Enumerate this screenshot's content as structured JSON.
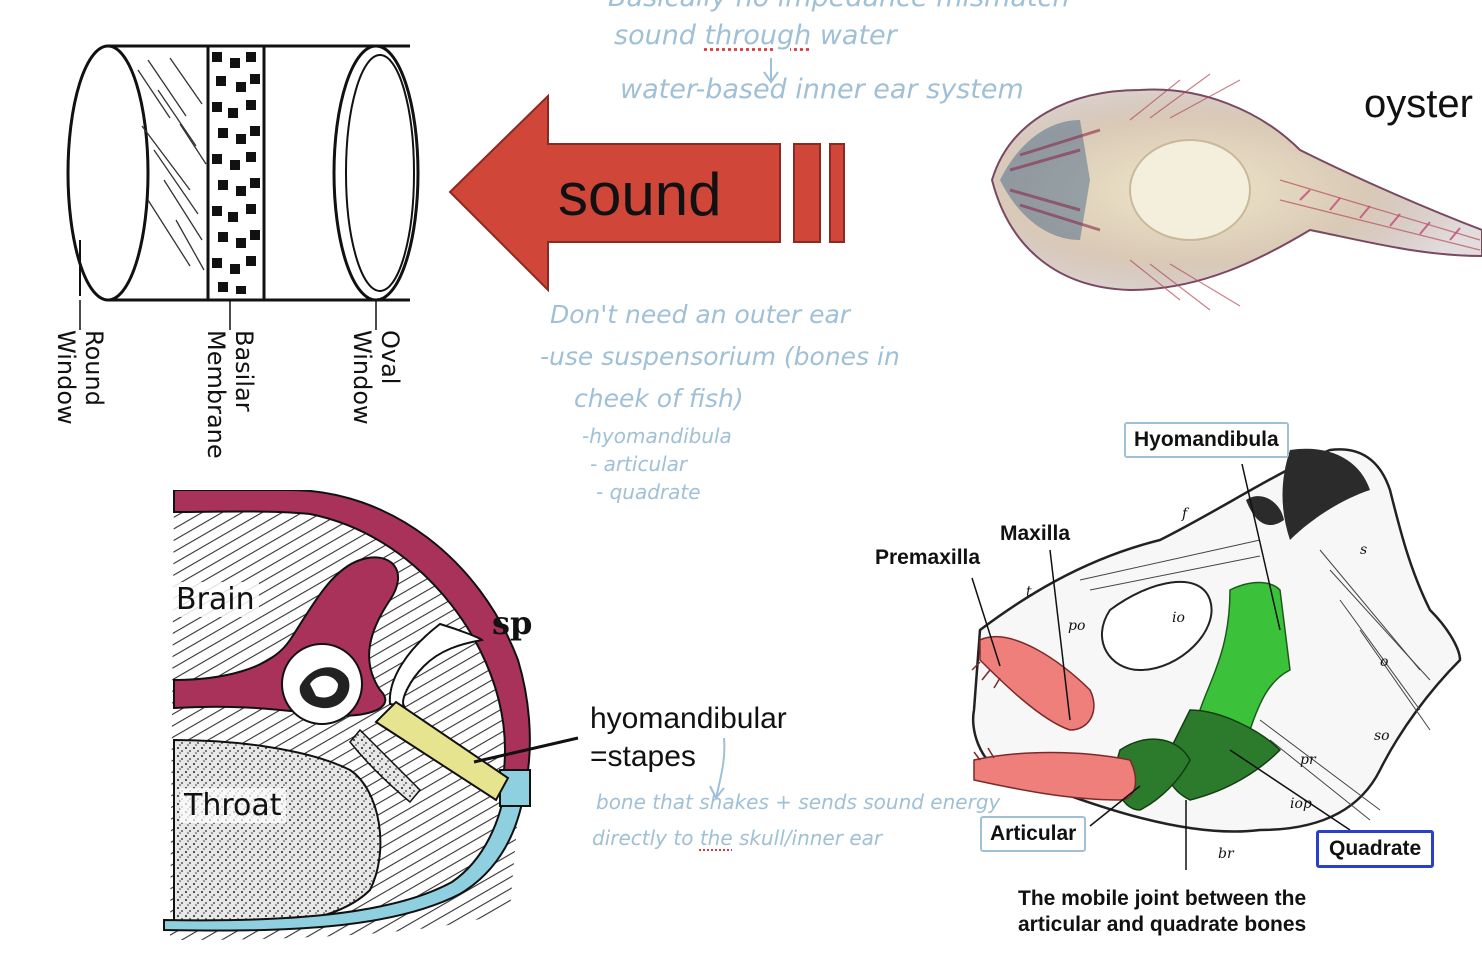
{
  "notes": {
    "line0": "Basically no impedance mismatch",
    "line0_emph": "impedance",
    "line1_a": "sound ",
    "line1_emph": "through",
    "line1_b": " water",
    "line2": "water-based inner ear system",
    "outer1": "Don't need an outer ear",
    "outer2": "-use suspensorium (bones in",
    "outer3": "cheek of fish)",
    "bone1": "-hyomandibula",
    "bone2": "- articular",
    "bone3": "- quadrate",
    "stapes1": "bone that shakes + sends sound energy",
    "stapes2_a": "directly to ",
    "stapes2_emph": "the",
    "stapes2_b": " skull/inner ear"
  },
  "arrow": {
    "label": "sound",
    "color": "#d0473a"
  },
  "cochlea": {
    "round_window": "Round\nWindow",
    "basilar": "Basilar\nMembrane",
    "oval_window": "Oval\nWindow"
  },
  "head_section": {
    "brain": "Brain",
    "throat": "Throat",
    "sp": "sp",
    "hyo_line1": "hyomandibular",
    "hyo_line2": "=stapes",
    "colors": {
      "maroon": "#a8325a",
      "yellow": "#e6e48f",
      "blue": "#8ed0e0"
    }
  },
  "fish_photo": {
    "caption": "oyster"
  },
  "skull": {
    "hyomandibula": "Hyomandibula",
    "maxilla": "Maxilla",
    "premaxilla": "Premaxilla",
    "articular": "Articular",
    "quadrate": "Quadrate",
    "caption1": "The mobile joint between the",
    "caption2": "articular and quadrate bones",
    "small_labels": [
      "f",
      "s",
      "t",
      "po",
      "io",
      "so",
      "pr",
      "iop",
      "br",
      "o"
    ],
    "colors": {
      "pink": "#ee7f7b",
      "green_light": "#3cc23a",
      "green_dark": "#2c7a2c"
    }
  }
}
